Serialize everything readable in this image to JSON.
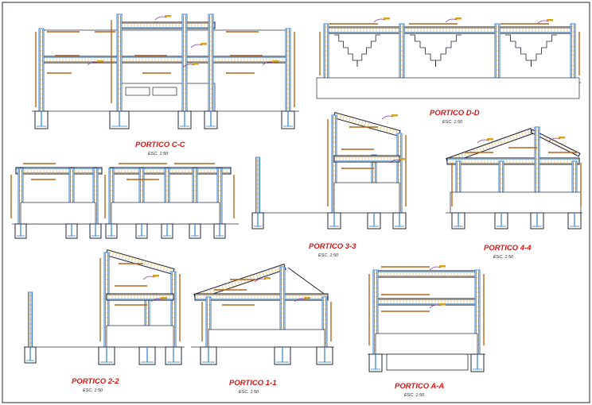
{
  "drawing": {
    "colors": {
      "frame": "#22263a",
      "concrete": "#2f7fd6",
      "rebar": "#d9a21b",
      "dimension": "#b5651d",
      "stirrup": "#8a3c98",
      "title": "#e01010",
      "ground": "#333333"
    },
    "porticos": [
      {
        "id": "cc",
        "title": "PORTICO C-C",
        "scale": "ESC. 1:50"
      },
      {
        "id": "dd",
        "title": "PORTICO D-D",
        "scale": "ESC. 1:50"
      },
      {
        "id": "33",
        "title": "PORTICO 3-3",
        "scale": "ESC. 1:50"
      },
      {
        "id": "44",
        "title": "PORTICO 4-4",
        "scale": "ESC. 1:50"
      },
      {
        "id": "22",
        "title": "PORTICO 2-2",
        "scale": "ESC. 1:50"
      },
      {
        "id": "11",
        "title": "PORTICO 1-1",
        "scale": "ESC. 1:50"
      },
      {
        "id": "aa",
        "title": "PORTICO A-A",
        "scale": "ESC. 1:50"
      }
    ]
  }
}
